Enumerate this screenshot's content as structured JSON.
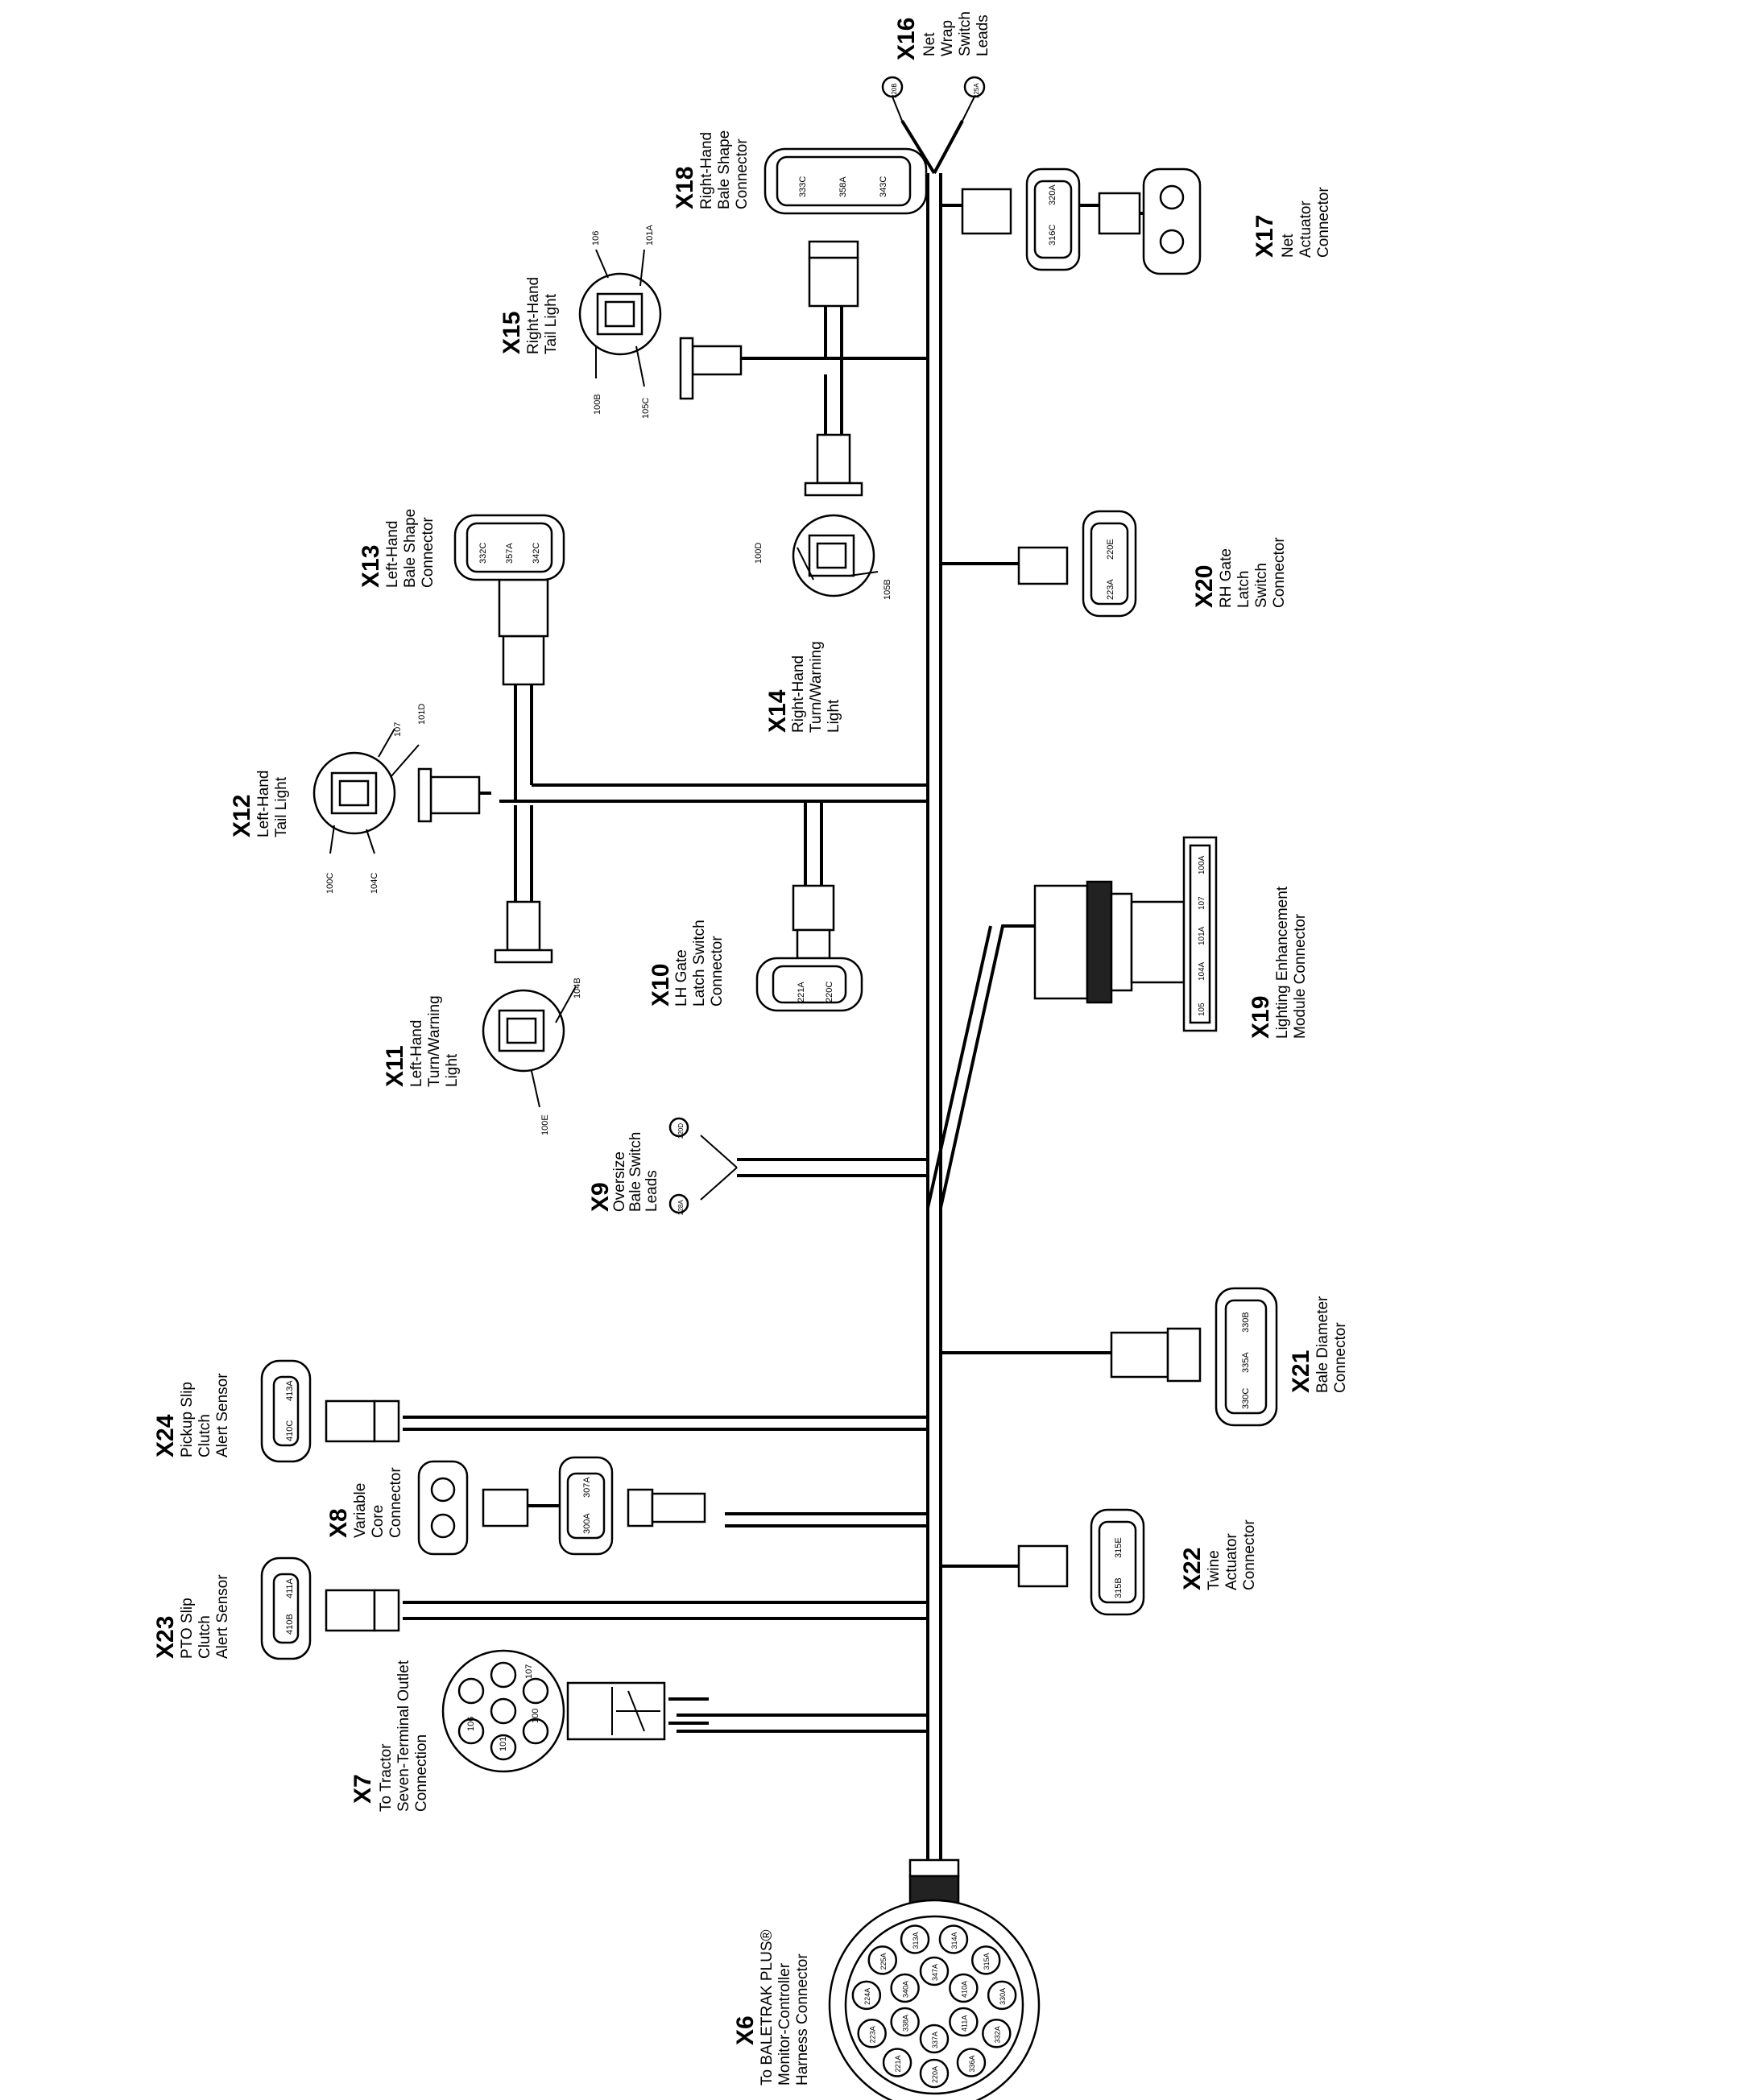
{
  "connectors": {
    "x6": {
      "id": "X6",
      "lines": [
        "To BALETRAK PLUS®",
        "Monitor-Controller",
        "Harness Connector"
      ]
    },
    "x7": {
      "id": "X7",
      "lines": [
        "To Tractor",
        "Seven-Terminal Outlet",
        "Connection"
      ]
    },
    "x8": {
      "id": "X8",
      "lines": [
        "Variable",
        "Core",
        "Connector"
      ]
    },
    "x9": {
      "id": "X9",
      "lines": [
        "Oversize",
        "Bale Switch",
        "Leads"
      ]
    },
    "x10": {
      "id": "X10",
      "lines": [
        "LH Gate",
        "Latch Switch",
        "Connector"
      ]
    },
    "x11": {
      "id": "X11",
      "lines": [
        "Left-Hand",
        "Turn/Warning",
        "Light"
      ]
    },
    "x12": {
      "id": "X12",
      "lines": [
        "Left-Hand",
        "Tail Light"
      ]
    },
    "x13": {
      "id": "X13",
      "lines": [
        "Left-Hand",
        "Bale Shape",
        "Connector"
      ]
    },
    "x14": {
      "id": "X14",
      "lines": [
        "Right-Hand",
        "Turn/Warning",
        "Light"
      ]
    },
    "x15": {
      "id": "X15",
      "lines": [
        "Right-Hand",
        "Tail Light"
      ]
    },
    "x16": {
      "id": "X16",
      "lines": [
        "Net",
        "Wrap",
        "Switch",
        "Leads"
      ]
    },
    "x17": {
      "id": "X17",
      "lines": [
        "Net",
        "Actuator",
        "Connector"
      ]
    },
    "x18": {
      "id": "X18",
      "lines": [
        "Right-Hand",
        "Bale Shape",
        "Connector"
      ]
    },
    "x19": {
      "id": "X19",
      "lines": [
        "Lighting Enhancement",
        "Module Connector"
      ]
    },
    "x20": {
      "id": "X20",
      "lines": [
        "RH Gate",
        "Latch",
        "Switch",
        "Connector"
      ]
    },
    "x21": {
      "id": "X21",
      "lines": [
        "Bale Diameter",
        "Connector"
      ]
    },
    "x22": {
      "id": "X22",
      "lines": [
        "Twine",
        "Actuator",
        "Connector"
      ]
    },
    "x23": {
      "id": "X23",
      "lines": [
        "PTO Slip",
        "Clutch",
        "Alert Sensor"
      ]
    },
    "x24": {
      "id": "X24",
      "lines": [
        "Pickup Slip",
        "Clutch",
        "Alert Sensor"
      ]
    }
  },
  "wires": {
    "x11": [
      "104B",
      "100E"
    ],
    "x12": [
      "107",
      "101D",
      "100C",
      "104C"
    ],
    "x14": [
      "100D",
      "105B"
    ],
    "x15": [
      "106",
      "101A",
      "100B",
      "105C"
    ],
    "x10": [
      "221A",
      "220C"
    ],
    "x9": [
      "220D",
      "228A"
    ],
    "x16": [
      "220B",
      "225A"
    ],
    "x20": [
      "223A",
      "220E"
    ],
    "x17": [
      "316C",
      "320A"
    ],
    "x13": [
      "332C",
      "357A",
      "342C"
    ],
    "x18": [
      "333C",
      "358A",
      "343C"
    ],
    "x19": [
      "105",
      "104A",
      "101A",
      "107",
      "100A"
    ],
    "x21": [
      "330B",
      "335A",
      "330C"
    ],
    "x22": [
      "315B",
      "315E"
    ],
    "x24": [
      "410C",
      "413A"
    ],
    "x23": [
      "410B",
      "411A"
    ],
    "x8": [
      "300A",
      "307A"
    ],
    "x7": [
      "107",
      "106",
      "101",
      "100"
    ],
    "x6": [
      "220A",
      "221A",
      "223A",
      "224A",
      "225A",
      "313A",
      "314A",
      "315A",
      "330A",
      "332A",
      "336A",
      "337A",
      "338A",
      "340A",
      "347A",
      "410A",
      "411A"
    ]
  }
}
